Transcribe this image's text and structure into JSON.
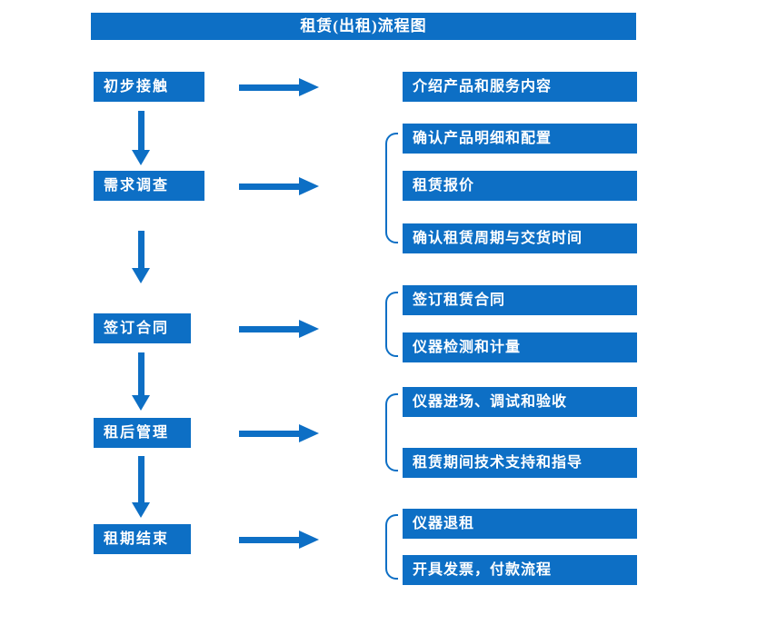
{
  "title": "租赁(出租)流程图",
  "colors": {
    "primary": "#0d6fc5",
    "text_on_primary": "#ffffff",
    "background": "#ffffff"
  },
  "steps": [
    {
      "label": "初步接触",
      "outputs": [
        "介绍产品和服务内容"
      ]
    },
    {
      "label": "需求调查",
      "outputs": [
        "确认产品明细和配置",
        "租赁报价",
        "确认租赁周期与交货时间"
      ]
    },
    {
      "label": "签订合同",
      "outputs": [
        "签订租赁合同",
        "仪器检测和计量"
      ]
    },
    {
      "label": "租后管理",
      "outputs": [
        "仪器进场、调试和验收",
        "租赁期间技术支持和指导"
      ]
    },
    {
      "label": "租期结束",
      "outputs": [
        "仪器退租",
        "开具发票，付款流程"
      ]
    }
  ]
}
